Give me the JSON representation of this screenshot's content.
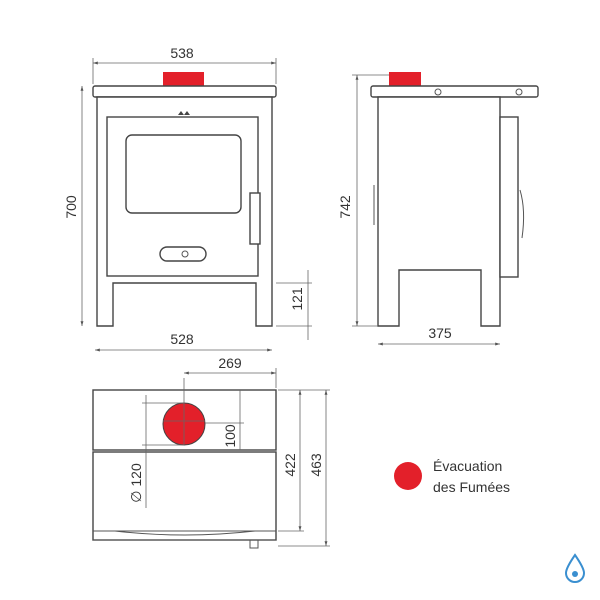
{
  "dimensions": {
    "front_width_top": "538",
    "front_height": "700",
    "front_leg_height": "121",
    "front_width_base": "528",
    "side_height": "742",
    "side_depth": "375",
    "top_flue_offset": "269",
    "top_flue_depth": "100",
    "top_flue_diameter": "∅ 120",
    "top_depth_body": "422",
    "top_depth_total": "463"
  },
  "legend": {
    "line1": "Évacuation",
    "line2": "des Fumées"
  },
  "colors": {
    "flue": "#e3202a",
    "logo": "#3a8fd0"
  }
}
